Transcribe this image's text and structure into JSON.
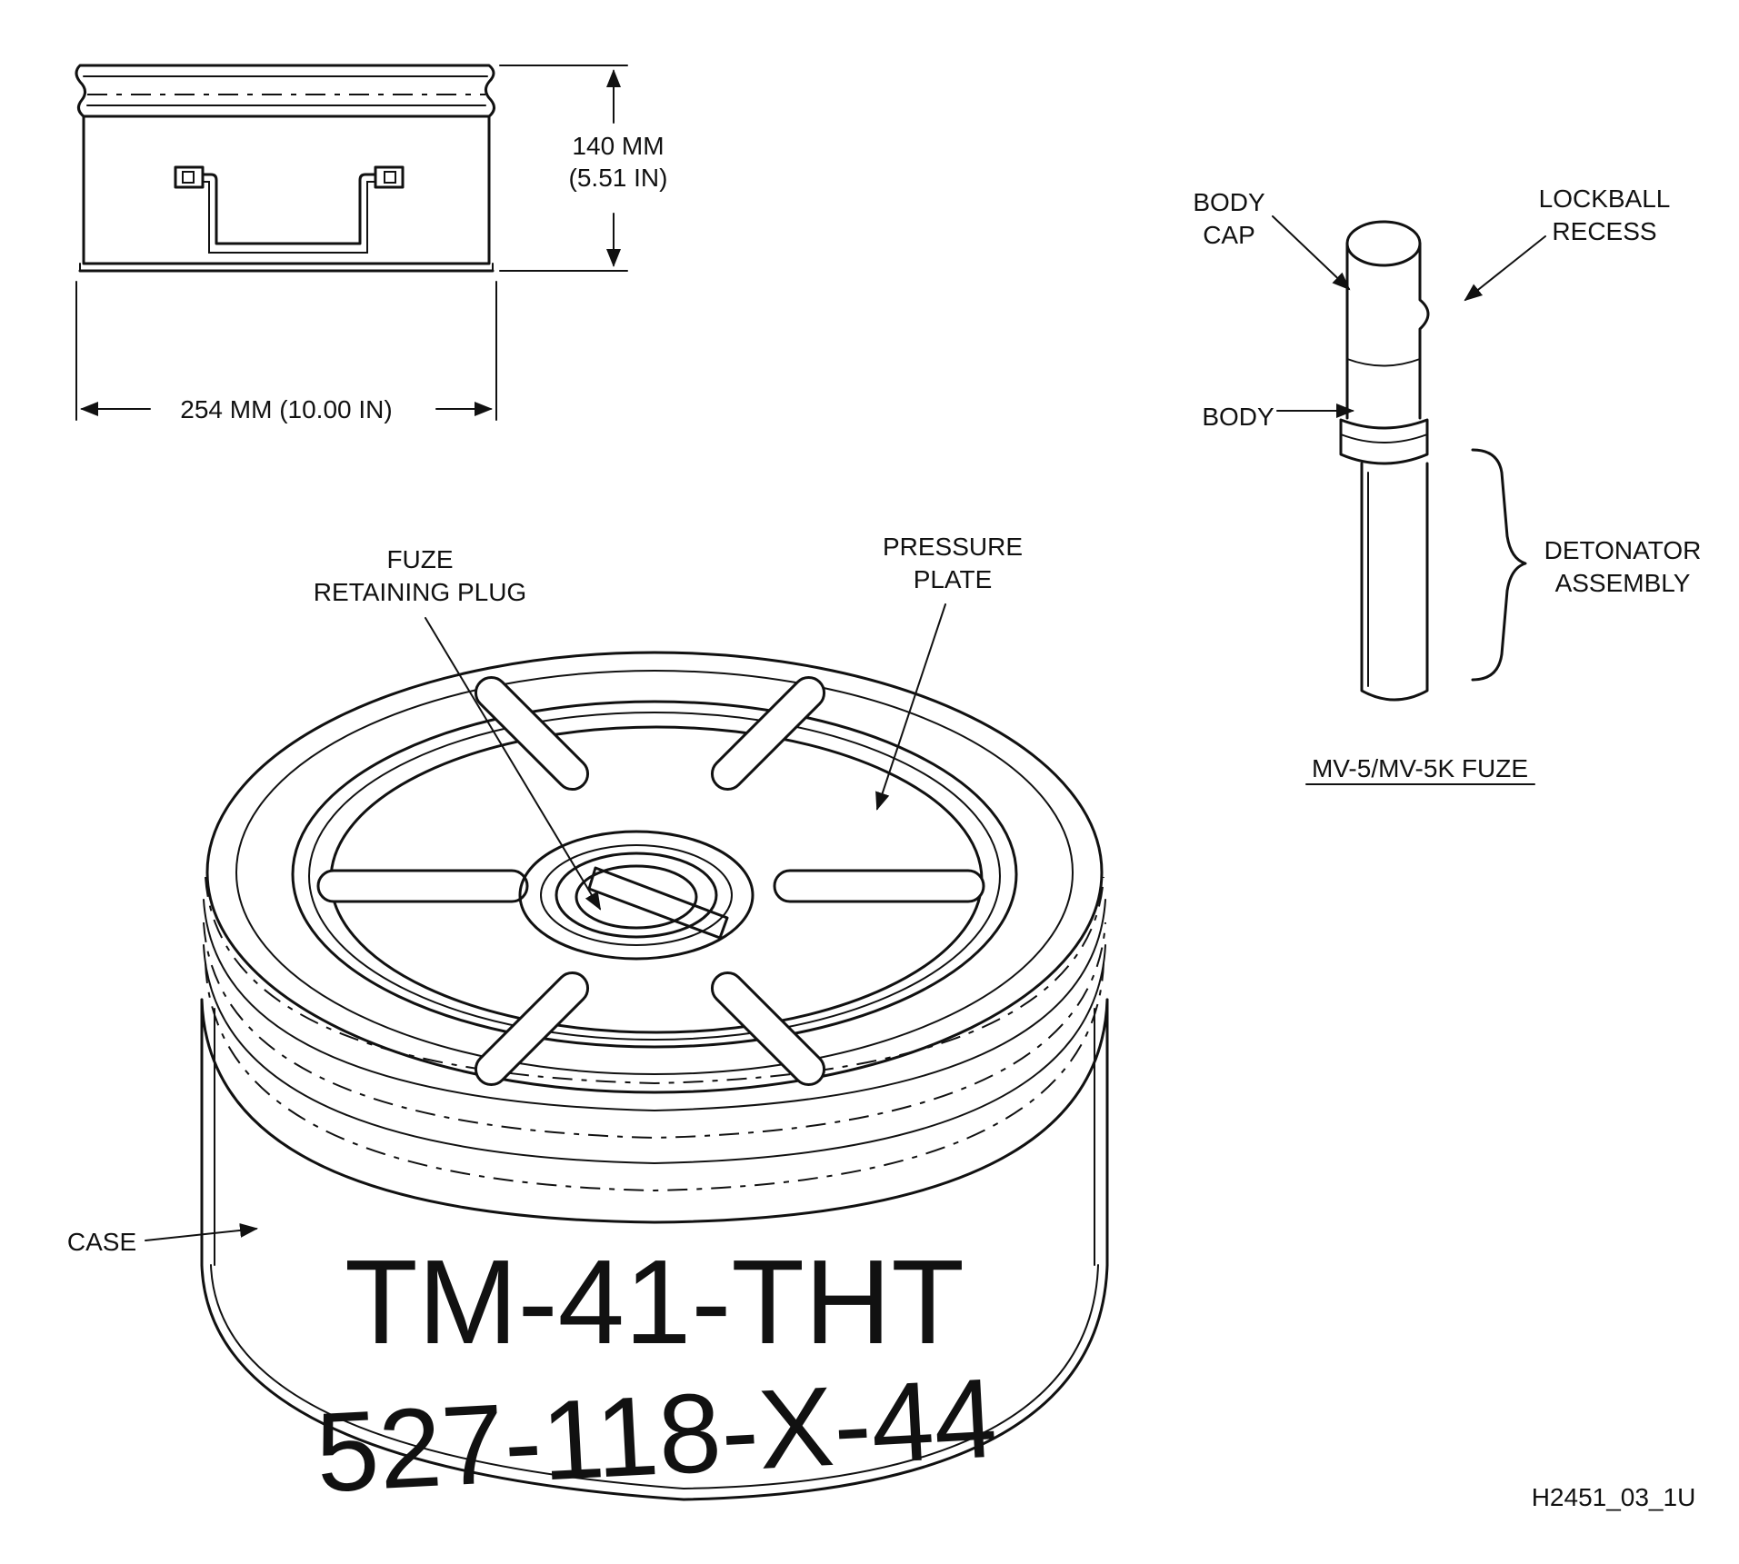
{
  "dimensions": {
    "height_label_mm": "140 MM",
    "height_label_in": "(5.51 IN)",
    "width_label": "254 MM (10.00 IN)"
  },
  "fuze": {
    "body_cap_line1": "BODY",
    "body_cap_line2": "CAP",
    "lockball_line1": "LOCKBALL",
    "lockball_line2": "RECESS",
    "body": "BODY",
    "detonator_line1": "DETONATOR",
    "detonator_line2": "ASSEMBLY",
    "title": "MV-5/MV-5K FUZE"
  },
  "mine": {
    "fuze_plug_line1": "FUZE",
    "fuze_plug_line2": "RETAINING PLUG",
    "pressure_line1": "PRESSURE",
    "pressure_line2": "PLATE",
    "case": "CASE",
    "marking_line1": "TM-41-THT",
    "marking_line2": "527-118-X-44"
  },
  "figure_id": "H2451_03_1U"
}
